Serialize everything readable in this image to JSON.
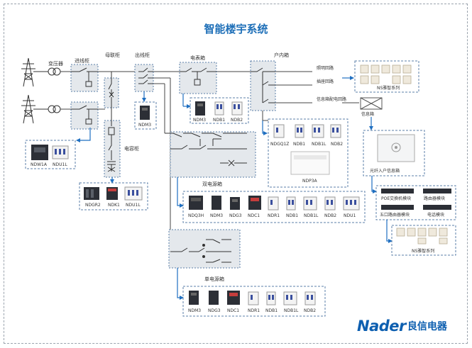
{
  "title": "智能楼宇系统",
  "brand": {
    "logo": "Nader",
    "name": "良信电器"
  },
  "labels": {
    "transformer": "变压器",
    "incoming_cabinet": "进线柜",
    "bus_tie_cabinet": "母联柜",
    "outgoing_cabinet": "出线柜",
    "meter_box": "电表箱",
    "household_box": "户内箱",
    "lighting_circuit": "照明回路",
    "socket_circuit": "插座回路",
    "info_box_circuit": "信息箱配电回路",
    "info_box": "信息箱",
    "capacitor_cabinet": "电容柜",
    "dual_power_box": "双电源箱",
    "single_power_box": "单电源箱",
    "fiber_box": "光纤入户信息箱",
    "ns_series_1": "NS雅智系列",
    "ns_series_2": "NS雅智系列"
  },
  "modules": {
    "poe": "POE交换机模块",
    "router": "路由器模块",
    "five_port_router": "五口路由器模块",
    "phone": "电话模块"
  },
  "products": {
    "ndm3_outgoing": "NDM3",
    "ndw1a": "NDW1A",
    "ndu1l_a": "NDU1L",
    "ndgr2": "NDGR2",
    "ndk1": "NDK1",
    "ndu1l_b": "NDU1L",
    "ndm3_meter": "NDM3",
    "ndb1_meter": "NDB1",
    "ndb2_meter": "NDB2",
    "ndgq1z": "NDGQ1Z",
    "ndb1_home": "NDB1",
    "ndb1l_home": "NDB1L",
    "ndb2_home": "NDB2",
    "ndp3a": "NDP3A",
    "dual": [
      "NDQ3H",
      "NDM3",
      "NDG3",
      "NDC1",
      "NDR1",
      "NDB1",
      "NDB1L",
      "NDB2",
      "NDU1"
    ],
    "single": [
      "NDM3",
      "NDG3",
      "NDC1",
      "NDR1",
      "NDB1",
      "NDB1L",
      "NDB2"
    ]
  }
}
